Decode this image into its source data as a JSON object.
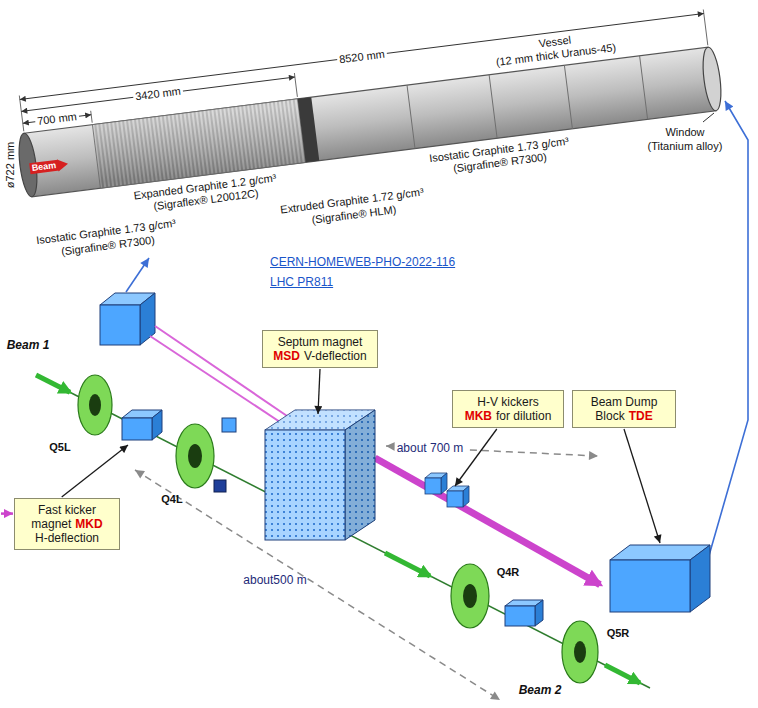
{
  "diagram": {
    "nodes": [
      {
        "text": [
          "Septum magnet",
          "MSD",
          "V-deflection"
        ]
      },
      {
        "text": [
          "H-V kickers",
          "MKB",
          "for dilution"
        ]
      },
      {
        "text": [
          "Beam Dump",
          "Block",
          "TDE"
        ]
      },
      {
        "text": [
          "Fast kicker magnet",
          "MKD",
          "H-deflection"
        ]
      }
    ],
    "labels": [
      "Vessel",
      "(12 mm thick Uranus-45)",
      "8520 mm",
      "3420 mm",
      "700 mm",
      "ø722 mm",
      "Beam",
      "Window",
      "(Titanium alloy)",
      "Isostatic Graphite 1.73 g/cm³",
      "(Sigrafine® R7300)",
      "Expanded Graphite 1.2 g/cm³",
      "(Sigraflex® L20012C)",
      "Extruded Graphite 1.72 g/cm³",
      "(Sigrafine® HLM)",
      "Isostatic Graphite 1.73 g/cm³",
      "(Sigrafine® R7300)",
      "CERN-HOMEWEB-PHO-2022-116",
      "LHC PR811",
      "Beam 1",
      "Q5L",
      "Q4L",
      "about 700 m",
      "Q4R",
      "Q5R",
      "about500 m",
      "Beam 2"
    ]
  }
}
